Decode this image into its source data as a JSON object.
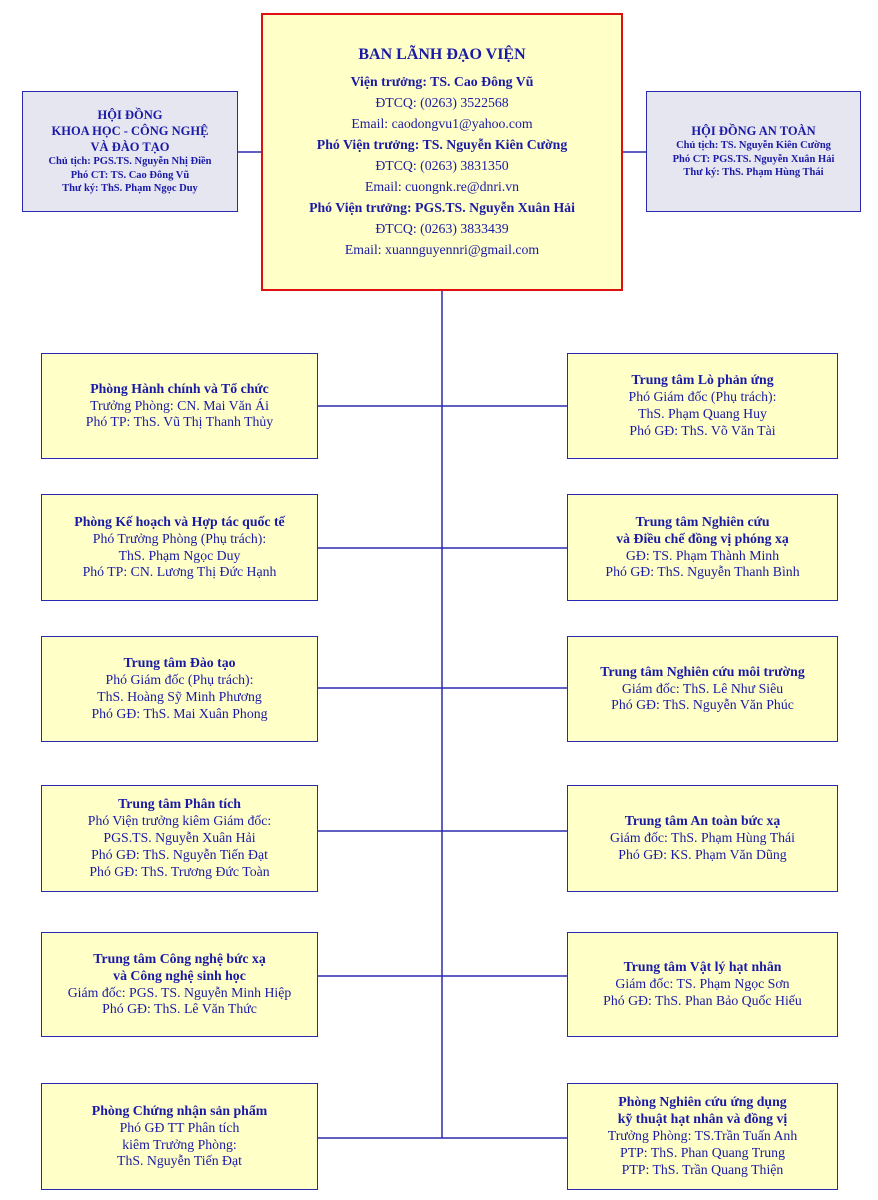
{
  "leadership": {
    "title": "BAN LÃNH ĐẠO VIỆN",
    "lines": [
      "Viện trưởng: TS. Cao Đông Vũ",
      "ĐTCQ: (0263) 3522568",
      "Email: caodongvu1@yahoo.com",
      "Phó Viện trưởng: TS. Nguyễn Kiên Cường",
      "ĐTCQ: (0263) 3831350",
      "Email: cuongnk.re@dnri.vn",
      "Phó Viện trưởng: PGS.TS. Nguyễn Xuân Hải",
      "ĐTCQ: (0263) 3833439",
      "Email: xuannguyennri@gmail.com"
    ]
  },
  "science_council": {
    "title": [
      "HỘI ĐỒNG",
      "KHOA HỌC - CÔNG NGHỆ",
      "VÀ ĐÀO TẠO"
    ],
    "lines": [
      "Chủ tịch: PGS.TS. Nguyễn Nhị Điền",
      "Phó CT: TS. Cao Đông Vũ",
      "Thư ký: ThS. Phạm Ngọc Duy"
    ]
  },
  "safety_council": {
    "title": [
      "HỘI ĐỒNG AN TOÀN"
    ],
    "lines": [
      "Chủ tịch: TS. Nguyễn Kiên Cường",
      "Phó CT: PGS.TS. Nguyễn Xuân Hải",
      "Thư ký: ThS. Phạm Hùng Thái"
    ]
  },
  "left_units": [
    {
      "title": [
        "Phòng Hành chính và Tổ chức"
      ],
      "lines": [
        "Trưởng Phòng: CN. Mai Văn Ái",
        "Phó TP: ThS. Vũ Thị Thanh Thủy"
      ]
    },
    {
      "title": [
        "Phòng Kế hoạch và Hợp tác quốc tế"
      ],
      "lines": [
        "Phó Trưởng Phòng (Phụ trách):",
        "ThS. Phạm Ngọc Duy",
        "Phó TP: CN. Lương Thị Đức Hạnh"
      ]
    },
    {
      "title": [
        "Trung tâm Đào tạo"
      ],
      "lines": [
        "Phó Giám đốc (Phụ trách):",
        "ThS. Hoàng Sỹ Minh Phương",
        "Phó GĐ: ThS. Mai Xuân Phong"
      ]
    },
    {
      "title": [
        "Trung tâm Phân tích"
      ],
      "lines": [
        "Phó Viện trưởng kiêm Giám đốc:",
        "PGS.TS. Nguyễn Xuân Hải",
        "Phó GĐ: ThS. Nguyễn Tiến Đạt",
        "Phó GĐ: ThS. Trương Đức Toàn"
      ]
    },
    {
      "title": [
        "Trung tâm Công nghệ bức xạ",
        "và Công nghệ sinh học"
      ],
      "lines": [
        "Giám đốc: PGS. TS. Nguyễn Minh Hiệp",
        "Phó GĐ: ThS. Lê Văn Thức"
      ]
    },
    {
      "title": [
        "Phòng Chứng nhận sản phẩm"
      ],
      "lines": [
        "Phó GĐ TT Phân tích",
        "kiêm Trưởng Phòng:",
        "ThS. Nguyễn Tiến Đạt"
      ]
    }
  ],
  "right_units": [
    {
      "title": [
        "Trung tâm Lò phản ứng"
      ],
      "lines": [
        "Phó Giám đốc (Phụ trách):",
        "ThS. Phạm Quang Huy",
        "Phó GĐ: ThS. Võ Văn Tài"
      ]
    },
    {
      "title": [
        "Trung tâm Nghiên cứu",
        "và Điều chế đồng vị phóng xạ"
      ],
      "lines": [
        "GĐ: TS. Phạm Thành Minh",
        "Phó GĐ: ThS. Nguyễn Thanh Bình"
      ]
    },
    {
      "title": [
        "Trung tâm Nghiên cứu môi trường"
      ],
      "lines": [
        "Giám đốc: ThS. Lê Như Siêu",
        "Phó GĐ: ThS. Nguyễn Văn Phúc"
      ]
    },
    {
      "title": [
        "Trung tâm An toàn bức xạ"
      ],
      "lines": [
        "Giám đốc: ThS. Phạm Hùng Thái",
        "Phó GĐ: KS. Phạm Văn Dũng"
      ]
    },
    {
      "title": [
        "Trung tâm Vật lý hạt nhân"
      ],
      "lines": [
        "Giám đốc: TS. Phạm Ngọc Sơn",
        "Phó GĐ: ThS. Phan Bảo Quốc Hiếu"
      ]
    },
    {
      "title": [
        "Phòng Nghiên cứu ứng dụng",
        "kỹ thuật hạt nhân và đồng vị"
      ],
      "lines": [
        "Trưởng Phòng: TS.Trần Tuấn Anh",
        "PTP: ThS. Phan Quang Trung",
        "PTP: ThS. Trần Quang Thiện"
      ]
    }
  ],
  "colors": {
    "text": "#1a1aa6",
    "border": "#2a2ab0",
    "box_fill": "#ffffc8",
    "council_fill": "#e6e6f0",
    "leader_border": "#e01010"
  }
}
